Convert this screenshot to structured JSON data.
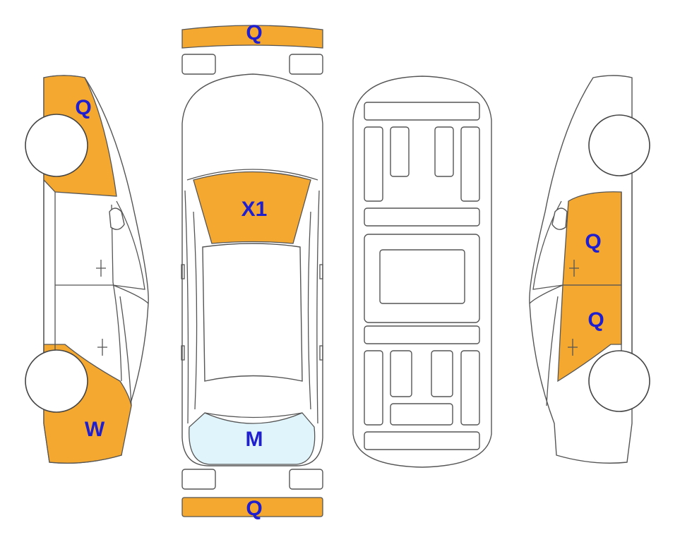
{
  "colors": {
    "damage": "#f5a82f",
    "windshield_mark": "#e0f4fb",
    "label": "#1f1fd0",
    "outline": "#555555"
  },
  "labels": {
    "front_bumper": "Q",
    "rear_bumper": "Q",
    "hood_windshield": "X1",
    "rear_window": "M",
    "left_front_fender": "Q",
    "left_rear_quarter": "W",
    "right_front_door": "Q",
    "right_rear_door": "Q"
  }
}
